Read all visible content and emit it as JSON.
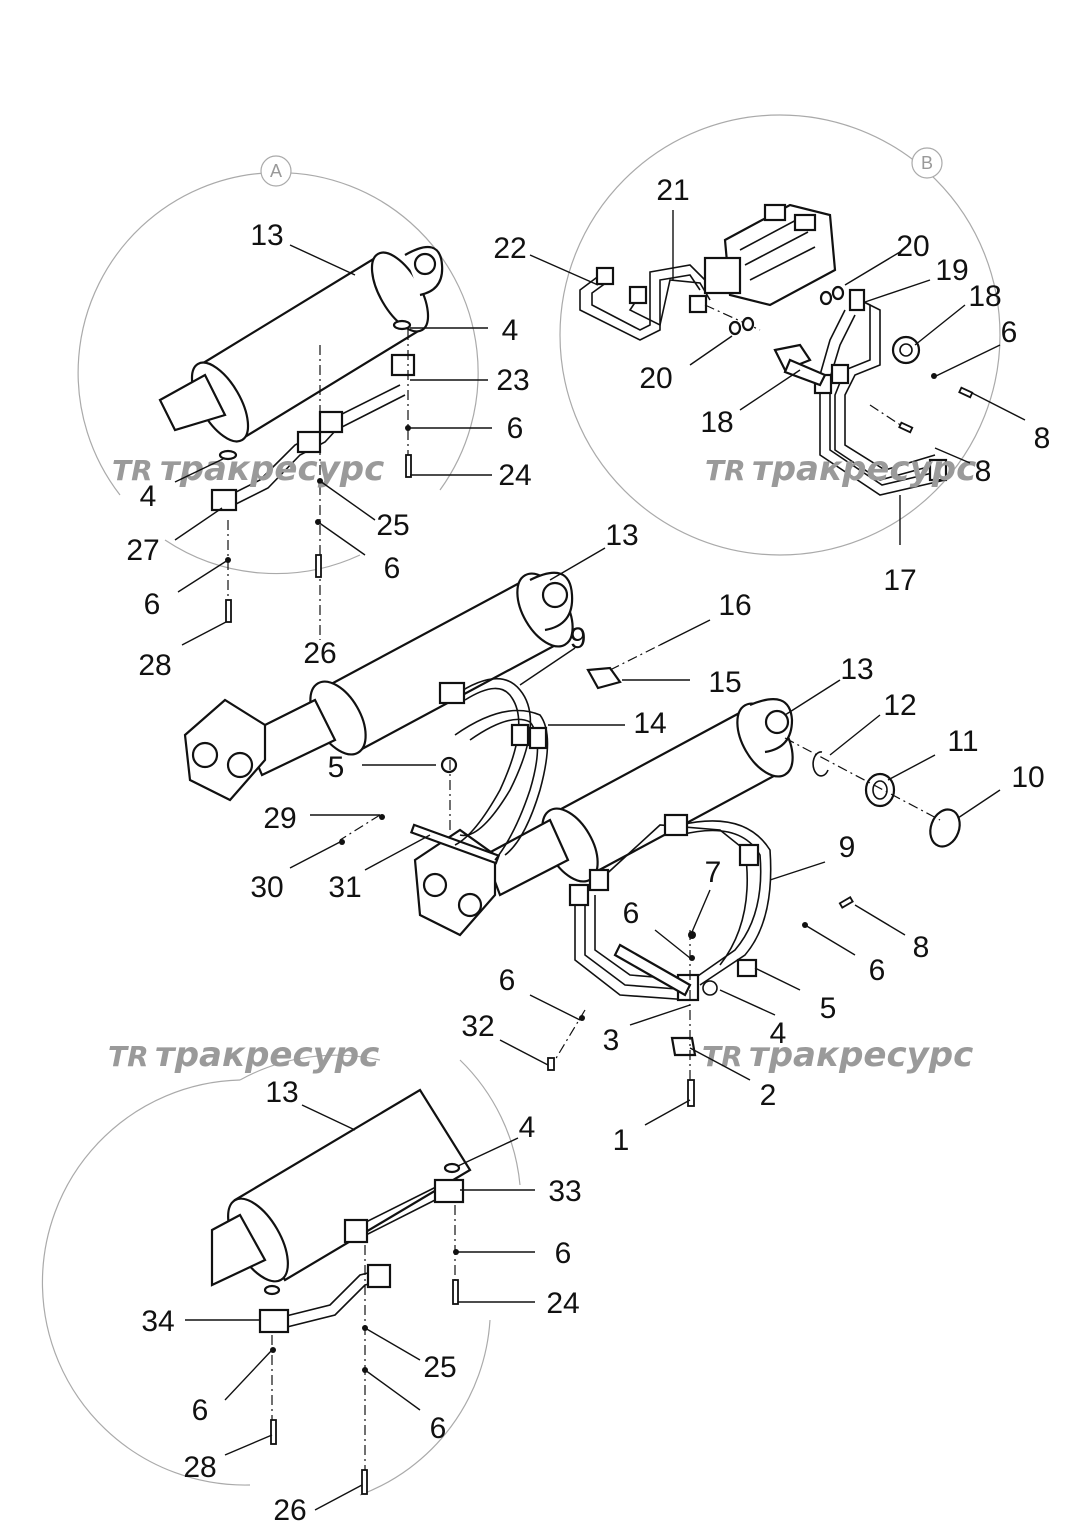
{
  "detail_views": [
    {
      "id": "A",
      "label": "A"
    },
    {
      "id": "B",
      "label": "B"
    }
  ],
  "watermark": {
    "logo": "TR",
    "text": "тракресурс"
  },
  "callouts": {
    "a_13": "13",
    "a_4_top": "4",
    "a_23": "23",
    "a_6_a": "6",
    "a_24": "24",
    "a_4_left": "4",
    "a_25": "25",
    "a_27": "27",
    "a_6_b": "6",
    "a_6_c": "6",
    "a_28": "28",
    "a_26": "26",
    "b_21": "21",
    "b_22": "22",
    "b_20_top": "20",
    "b_19": "19",
    "b_18_right": "18",
    "b_6": "6",
    "b_20_left": "20",
    "b_18_left": "18",
    "b_8_right": "8",
    "b_8_mid": "8",
    "b_17": "17",
    "m_13_top": "13",
    "m_16": "16",
    "m_9_top": "9",
    "m_15": "15",
    "m_13_mid": "13",
    "m_12": "12",
    "m_14": "14",
    "m_11": "11",
    "m_10": "10",
    "m_5_left": "5",
    "m_29": "29",
    "m_30": "30",
    "m_31": "31",
    "m_9_right": "9",
    "m_7": "7",
    "m_6_a": "6",
    "m_8": "8",
    "m_6_b": "6",
    "m_6_c": "6",
    "m_5_right": "5",
    "m_32": "32",
    "m_4": "4",
    "m_3": "3",
    "m_2": "2",
    "m_1": "1",
    "c_13": "13",
    "c_4": "4",
    "c_33": "33",
    "c_6_a": "6",
    "c_24": "24",
    "c_34": "34",
    "c_25": "25",
    "c_6_b": "6",
    "c_6_c": "6",
    "c_28": "28",
    "c_26": "26"
  }
}
